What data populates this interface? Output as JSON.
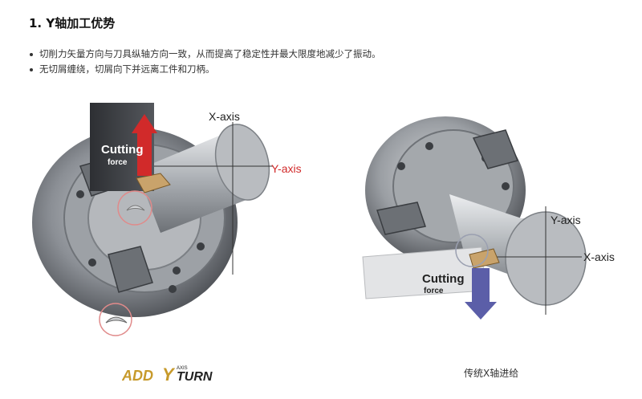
{
  "heading": "1. Y轴加工优势",
  "bullets": [
    "切削力矢量方向与刀具纵轴方向一致，从而提高了稳定性并最大限度地减少了振动。",
    "无切屑缠绕，切屑向下并远离工件和刀柄。"
  ],
  "left_figure": {
    "x_axis_label": "X-axis",
    "y_axis_label": "Y-axis",
    "force_title": "Cutting",
    "force_sub": "force",
    "force_arrow_color": "#d12a2a",
    "y_axis_color": "#d12a2a",
    "highlight_circle_color": "#e08a8a"
  },
  "right_figure": {
    "x_axis_label": "X-axis",
    "y_axis_label": "Y-axis",
    "force_title": "Cutting",
    "force_sub": "force",
    "force_arrow_color": "#5b5ea8"
  },
  "logo": {
    "text_left": "ADD",
    "text_y": "Y",
    "text_right": "TURN",
    "small_text": "AXIS",
    "colors": {
      "gold": "#c79a2b",
      "dark": "#222222"
    }
  },
  "caption_right": "传统X轴进给"
}
